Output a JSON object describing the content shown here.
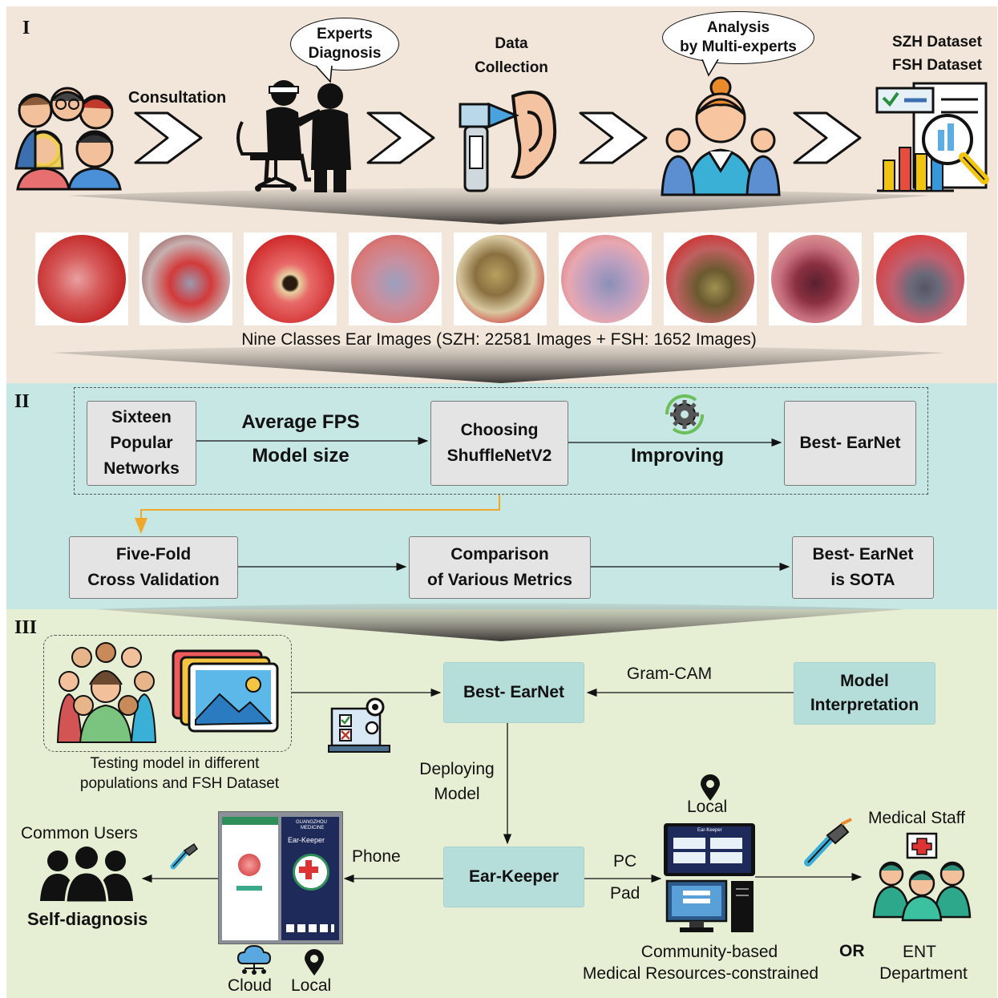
{
  "colors": {
    "section1_bg": "#f2e6da",
    "section2_bg": "#c6e7e4",
    "section3_bg": "#e6efd4",
    "teal_box": "#b5dedb",
    "gray_box": "#e4e4e4",
    "orange_arrow": "#f0a82a"
  },
  "section1": {
    "numeral": "I",
    "consultation": "Consultation",
    "experts_line1": "Experts",
    "experts_line2": "Diagnosis",
    "data_line1": "Data",
    "data_line2": "Collection",
    "analysis_line1": "Analysis",
    "analysis_line2": "by Multi-experts",
    "szh": "SZH Dataset",
    "fsh": "FSH Dataset",
    "images_caption": "Nine Classes Ear Images (SZH: 22581 Images + FSH: 1652 Images)",
    "icons": [
      "people-group-icon",
      "doctor-examining-icon",
      "otoscope-ear-icon",
      "medical-experts-icon",
      "dataset-report-icon"
    ]
  },
  "section2": {
    "numeral": "II",
    "sixteen_1": "Sixteen",
    "sixteen_2": "Popular",
    "sixteen_3": "Networks",
    "avg_fps": "Average FPS",
    "model_size": "Model size",
    "choosing_1": "Choosing",
    "choosing_2": "ShuffleNetV2",
    "improving": "Improving",
    "best_earnet": "Best- EarNet",
    "fivefold_1": "Five-Fold",
    "fivefold_2": "Cross Validation",
    "comparison_1": "Comparison",
    "comparison_2": "of Various Metrics",
    "sota_1": "Best- EarNet",
    "sota_2": "is SOTA"
  },
  "section3": {
    "numeral": "III",
    "testing_1": "Testing model in different",
    "testing_2": "populations and FSH Dataset",
    "best_earnet": "Best- EarNet",
    "gradcam": "Gram-CAM",
    "model_interp_1": "Model",
    "model_interp_2": "Interpretation",
    "deploying_1": "Deploying",
    "deploying_2": "Model",
    "ear_keeper": "Ear-Keeper",
    "phone": "Phone",
    "pc": "PC",
    "pad": "Pad",
    "local_top": "Local",
    "common_users": "Common Users",
    "self_diagnosis": "Self-diagnosis",
    "medical_staff": "Medical Staff",
    "cloud": "Cloud",
    "local_bottom": "Local",
    "community_1": "Community-based",
    "community_2": "Medical Resources-constrained",
    "or": "OR",
    "ent_1": "ENT",
    "ent_2": "Department",
    "phone_screen_right_1": "GUANGZHOU",
    "phone_screen_right_2": "MEDICINE",
    "phone_screen_title": "Ear-Keeper",
    "pad_screen_title": "Ear-Keeper"
  }
}
